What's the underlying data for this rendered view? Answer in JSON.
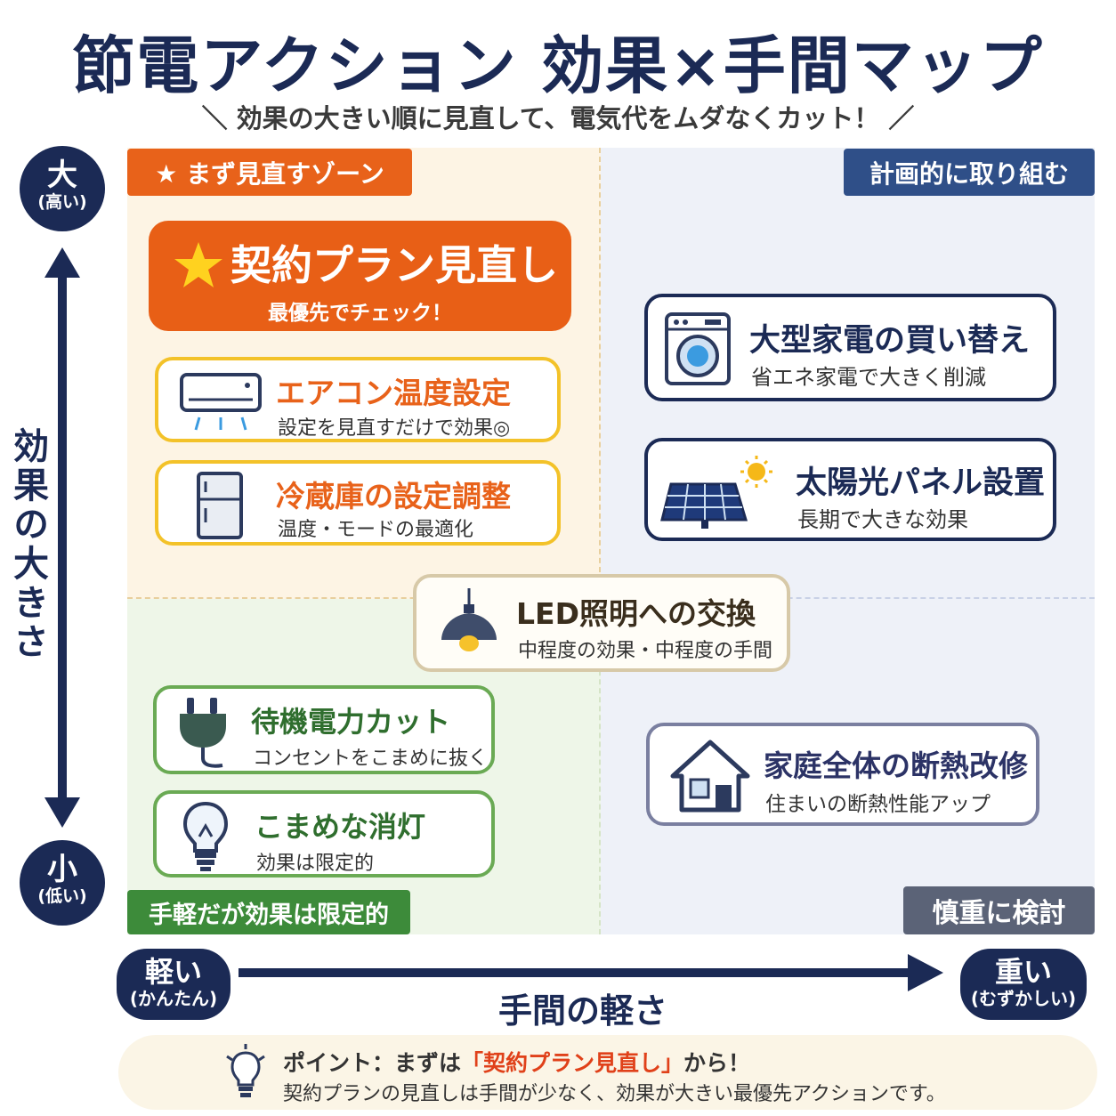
{
  "title": "節電アクション 効果×手間マップ",
  "subtitle": "＼ 効果の大きい順に見直して、電気代をムダなくカット！ ／",
  "zones": {
    "top_left": "★ まず見直すゾーン",
    "top_right": "計画的に取り組む",
    "bottom_left": "手軽だが効果は限定的",
    "bottom_right": "慎重に検討"
  },
  "y_axis": {
    "label": "効果の大きさ",
    "high": "大",
    "high_sub": "(高い)",
    "low": "小",
    "low_sub": "(低い)"
  },
  "x_axis": {
    "label": "手間の軽さ",
    "light": "軽い",
    "light_sub": "(かんたん)",
    "heavy": "重い",
    "heavy_sub": "(むずかしい)"
  },
  "hero": {
    "title": "契約プラン見直し",
    "desc": "最優先でチェック！",
    "icon": "star-icon"
  },
  "cards": {
    "aircon": {
      "title": "エアコン温度設定",
      "desc": "設定を見直すだけで効果◎",
      "icon": "air-conditioner-icon"
    },
    "fridge": {
      "title": "冷蔵庫の設定調整",
      "desc": "温度・モードの最適化",
      "icon": "refrigerator-icon"
    },
    "appliance": {
      "title": "大型家電の買い替え",
      "desc": "省エネ家電で大きく削減",
      "icon": "washing-machine-icon"
    },
    "solar": {
      "title": "太陽光パネル設置",
      "desc": "長期で大きな効果",
      "icon": "solar-panel-icon"
    },
    "led": {
      "title": "LED照明への交換",
      "desc": "中程度の効果・中程度の手間",
      "icon": "pendant-lamp-icon"
    },
    "standby": {
      "title": "待機電力カット",
      "desc": "コンセントをこまめに抜く",
      "icon": "plug-icon"
    },
    "lights": {
      "title": "こまめな消灯",
      "desc": "効果は限定的",
      "icon": "light-bulb-icon"
    },
    "insulation": {
      "title": "家庭全体の断熱改修",
      "desc": "住まいの断熱性能アップ",
      "icon": "house-icon"
    }
  },
  "point": {
    "prefix": "ポイント：まずは",
    "highlight": "「契約プラン見直し」",
    "suffix": "から！",
    "line2": "契約プランの見直しは手間が少なく、効果が大きい最優先アクションです。",
    "icon": "light-bulb-icon"
  },
  "colors": {
    "navy": "#1b2a55",
    "orange": "#e8621a",
    "yellow_border": "#f3c229",
    "green": "#3d8b3a",
    "blue": "#2f4f88",
    "gray": "#5b6377",
    "highlight": "#e0411a"
  }
}
